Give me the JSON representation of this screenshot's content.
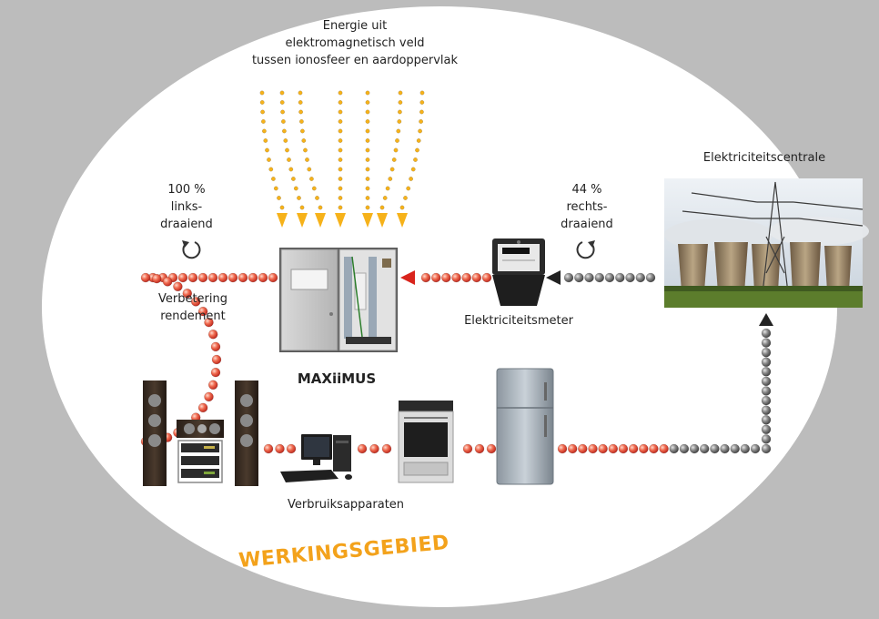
{
  "labels": {
    "energy_line1": "Energie uit",
    "energy_line2": "elektromagnetisch veld",
    "energy_line3": "tussen ionosfeer en aardoppervlak",
    "left_percent": "100 %",
    "left_dir1": "links-",
    "left_dir2": "draaiend",
    "right_percent": "44 %",
    "right_dir1": "rechts-",
    "right_dir2": "draaiend",
    "improvement1": "Verbetering",
    "improvement2": "rendement",
    "device": "MAXiiMUS",
    "meter": "Elektriciteitsmeter",
    "plant": "Elektriciteitscentrale",
    "consumers": "Verbruiksapparaten",
    "zone": "WERKINGSGEBIED"
  },
  "colors": {
    "background": "#bcbcbc",
    "circle": "#ffffff",
    "energy_arrows": "#f6b21a",
    "improved_current": "#e8493a",
    "grid_current": "#6b6b6b",
    "zone_text": "#f3a21b"
  }
}
